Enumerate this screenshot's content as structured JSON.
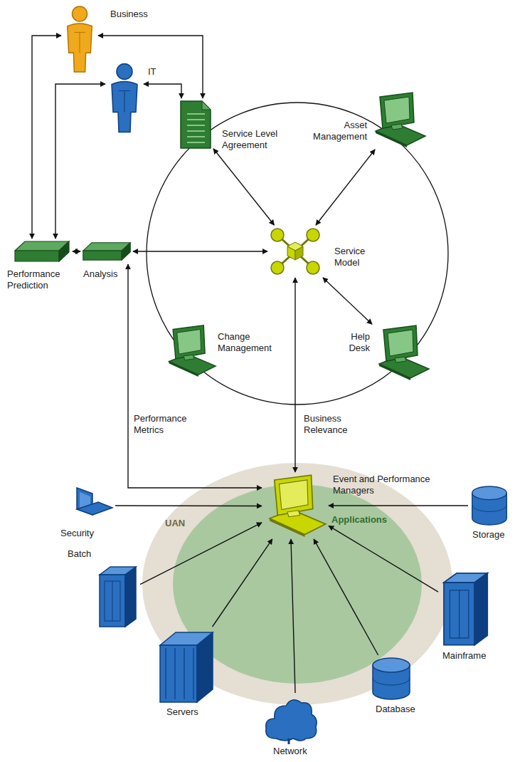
{
  "diagram": {
    "nodes": [
      {
        "text": [
          "Business"
        ]
      },
      {
        "text": [
          "IT"
        ]
      },
      {
        "text": [
          "Service Level Agreement"
        ]
      },
      {
        "text": [
          "Asset Management"
        ]
      },
      {
        "text": [
          "Performance Prediction"
        ]
      },
      {
        "text": [
          "Analysis"
        ]
      },
      {
        "text": [
          "Service Model"
        ]
      },
      {
        "text": [
          "Change Management"
        ]
      },
      {
        "text": [
          "Help Desk"
        ]
      },
      {
        "text": [
          "Event and Performance Managers"
        ]
      },
      {
        "text": [
          "Security"
        ]
      },
      {
        "text": [
          "Storage"
        ]
      },
      {
        "text": [
          "Batch"
        ]
      },
      {
        "text": [
          "Mainframe"
        ]
      },
      {
        "text": [
          "Servers"
        ]
      },
      {
        "text": [
          "Database"
        ]
      },
      {
        "text": [
          "Network"
        ]
      }
    ],
    "edges": [
      {
        "from": 0,
        "to": 2,
        "arrow": "both"
      },
      {
        "from": 0,
        "to": 4,
        "arrow": "both"
      },
      {
        "from": 1,
        "to": 2,
        "arrow": "both"
      },
      {
        "from": 1,
        "to": 4,
        "arrow": "both"
      },
      {
        "from": 4,
        "to": 5,
        "arrow": "both"
      },
      {
        "from": 5,
        "to": 6,
        "arrow": "both"
      },
      {
        "from": 2,
        "to": 6,
        "arrow": "both"
      },
      {
        "from": 3,
        "to": 6,
        "arrow": "both"
      },
      {
        "from": 8,
        "to": 6,
        "arrow": "both"
      },
      {
        "from": 6,
        "to": 9,
        "label": "Business Relevance",
        "arrow": "both"
      },
      {
        "from": 5,
        "to": 9,
        "label": "Performance Metrics",
        "arrow": "both"
      },
      {
        "from": 10,
        "to": 9,
        "arrow": "to"
      },
      {
        "from": 11,
        "to": 9,
        "arrow": "to"
      },
      {
        "from": 12,
        "to": 9,
        "arrow": "to"
      },
      {
        "from": 13,
        "to": 9,
        "arrow": "to"
      },
      {
        "from": 14,
        "to": 9,
        "arrow": "to"
      },
      {
        "from": 15,
        "to": 9,
        "arrow": "to"
      },
      {
        "from": 16,
        "to": 9,
        "arrow": "to"
      }
    ],
    "labels": [
      "UAN",
      "Applications"
    ]
  }
}
